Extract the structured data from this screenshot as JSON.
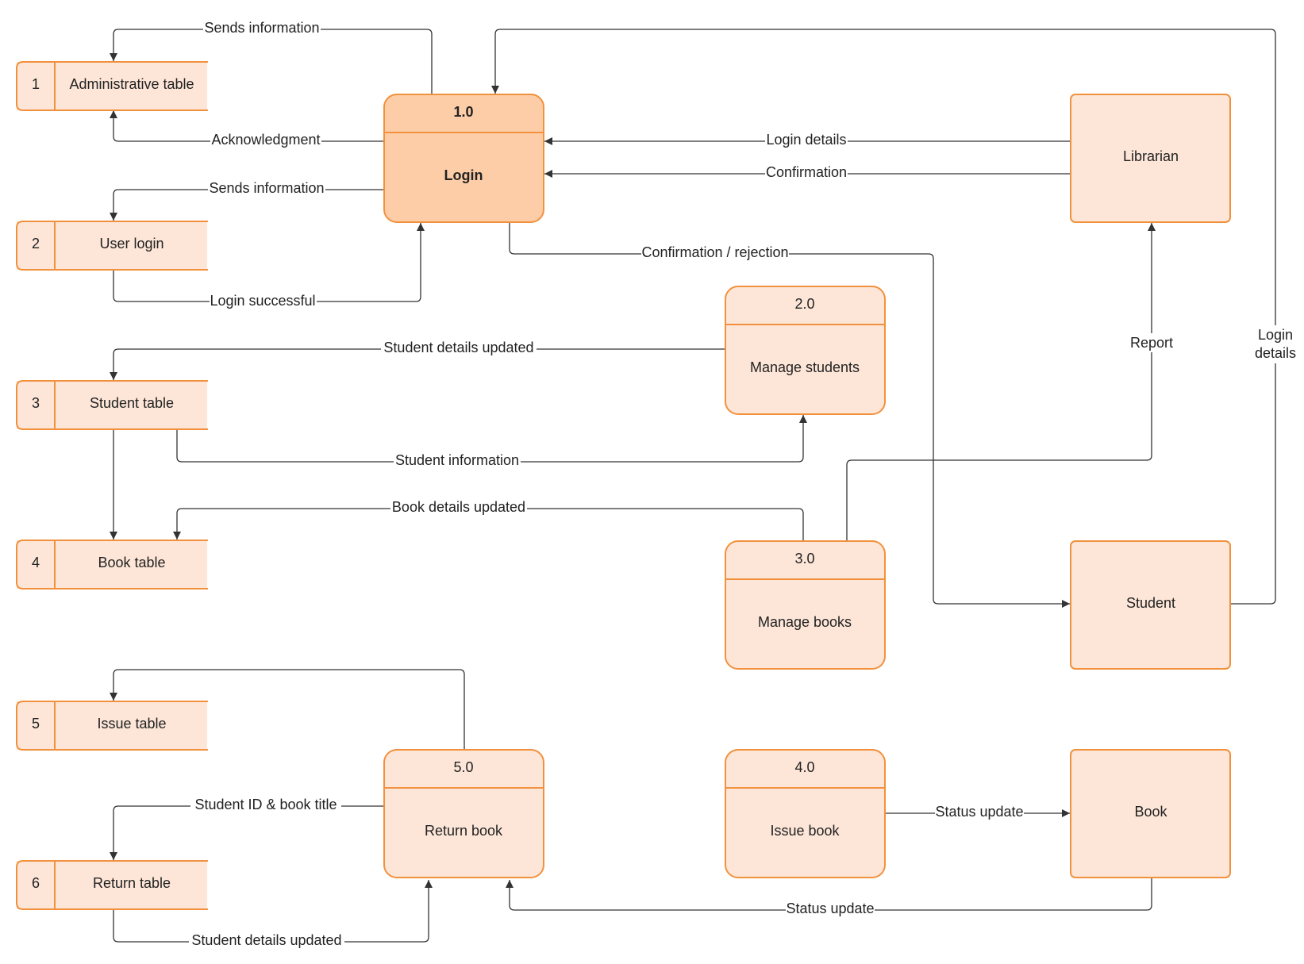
{
  "stores": [
    {
      "id": "1",
      "name": "Administrative table"
    },
    {
      "id": "2",
      "name": "User login"
    },
    {
      "id": "3",
      "name": "Student table"
    },
    {
      "id": "4",
      "name": "Book table"
    },
    {
      "id": "5",
      "name": "Issue table"
    },
    {
      "id": "6",
      "name": "Return table"
    }
  ],
  "processes": [
    {
      "id": "1.0",
      "name": "Login"
    },
    {
      "id": "2.0",
      "name": "Manage students"
    },
    {
      "id": "3.0",
      "name": "Manage books"
    },
    {
      "id": "4.0",
      "name": "Issue book"
    },
    {
      "id": "5.0",
      "name": "Return book"
    }
  ],
  "entities": [
    "Librarian",
    "Student",
    "Book"
  ],
  "flows": {
    "sends_info_admin": "Sends information",
    "acknowledgment": "Acknowledgment",
    "sends_info_user": "Sends information",
    "login_successful": "Login successful",
    "login_details": "Login details",
    "confirmation": "Confirmation",
    "confirmation_rejection": "Confirmation / rejection",
    "student_details_updated": "Student details updated",
    "student_information": "Student information",
    "book_details_updated": "Book details updated",
    "report": "Report",
    "login_details_student_1": "Login",
    "login_details_student_2": "details",
    "student_id_book_title": "Student ID &  book title",
    "status_update_issue": "Status update",
    "status_update_return": "Status update",
    "return_student_details_updated": "Student details updated"
  }
}
